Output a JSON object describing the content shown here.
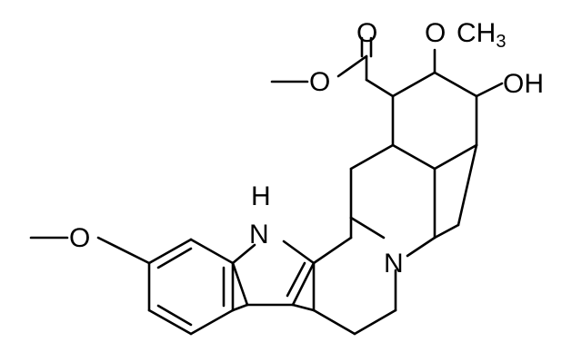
{
  "molecule": {
    "labels": {
      "o_carbonyl": "O",
      "o_ester": "O",
      "o_methoxy_top": "O",
      "ch3_top_c": "CH",
      "ch3_top_3": "3",
      "oh": "OH",
      "nh": "H",
      "n_indole": "N",
      "n_amine": "N",
      "o_methoxy_left": "O"
    },
    "colors": {
      "bond": "#000000",
      "text": "#000000",
      "background": "#ffffff"
    }
  }
}
